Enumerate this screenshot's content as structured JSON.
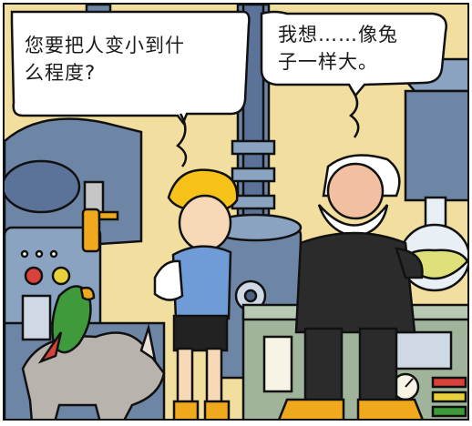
{
  "dialogue": [
    {
      "speaker": "boy",
      "text": "您要把人变小到什\n么程度?"
    },
    {
      "speaker": "professor",
      "text": "我想……像兔\n子一样大。"
    }
  ],
  "colors": {
    "background": "#f2dfa0",
    "machinery": "#6e86a6",
    "machinery_dark": "#4d6283",
    "outline": "#111111",
    "boy_hair": "#f6c21a",
    "boy_shirt": "#6f9bd6",
    "professor_coat": "#2b2b2b",
    "console": "#9fb49a",
    "flask_liquid": "#dfe07a",
    "parrot": "#3e9a3a",
    "rhino": "#b9b3ae"
  },
  "icons": [
    "speech-bubble",
    "lab-machinery",
    "flask",
    "parrot",
    "rhinoceros",
    "control-console",
    "gauge-dial"
  ]
}
